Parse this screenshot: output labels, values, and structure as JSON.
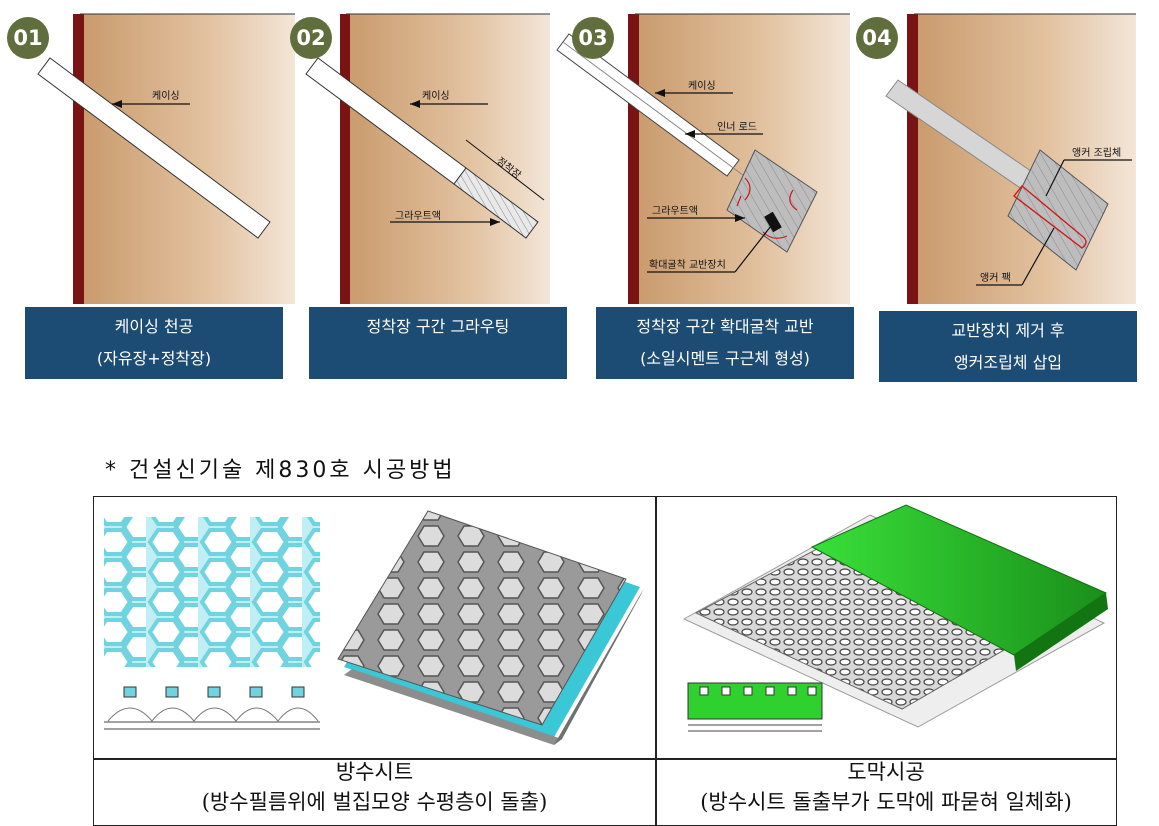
{
  "steps": [
    {
      "number": "01",
      "caption_line1": "케이싱 천공",
      "caption_line2": "(자유장+정착장)",
      "labels": {
        "casing": "케이싱"
      }
    },
    {
      "number": "02",
      "caption_line1": "정착장 구간 그라우팅",
      "caption_line2": "",
      "labels": {
        "casing": "케이싱",
        "anchor_length": "정착장",
        "grout": "그라우트액"
      }
    },
    {
      "number": "03",
      "caption_line1": "정착장 구간 확대굴착 교반",
      "caption_line2": "(소일시멘트 구근체 형성)",
      "labels": {
        "casing": "케이싱",
        "inner_rod": "인너 로드",
        "grout": "그라우트액",
        "mixer": "확대굴착 교반장치"
      }
    },
    {
      "number": "04",
      "caption_line1": "교반장치 제거 후",
      "caption_line2": "앵커조립체 삽입",
      "labels": {
        "anchor_assembly": "앵커 조립체",
        "anchor_pack": "앵커 팩"
      }
    }
  ],
  "section_heading": "* 건설신기술 제830호 시공방법",
  "table": {
    "left": {
      "title": "방수시트",
      "subtitle": "(방수필름위에 벌집모양 수평층이 돌출)"
    },
    "right": {
      "title": "도막시공",
      "subtitle": "(방수시트 돌출부가 도막에 파묻혀 일체화)"
    }
  },
  "colors": {
    "badge": "#5f6e3c",
    "caption_bg": "#1c4c74",
    "soil": "#d9b48f",
    "wall": "#7a1414",
    "sheet_cyan": "#6fd3e0",
    "coating_green": "#2fd12f"
  }
}
